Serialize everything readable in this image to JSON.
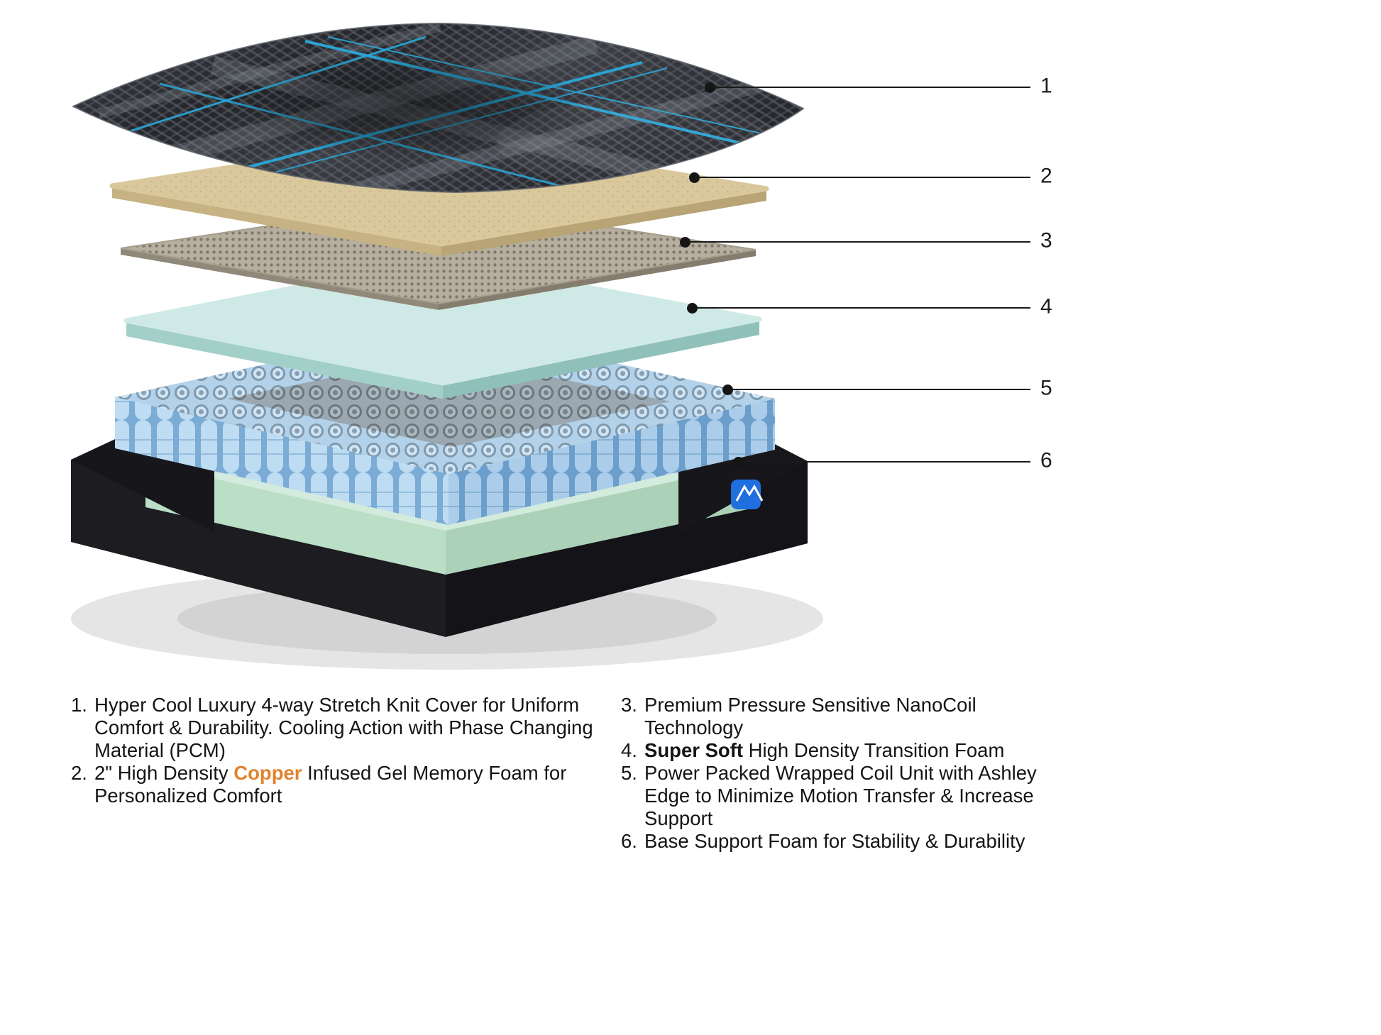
{
  "colors": {
    "accent_copper": "#e0832c",
    "callout_line": "#1a1a1a",
    "cover_blue": "#2aa9da",
    "foam_tan_top": "#dac89d",
    "foam_tan_left": "#c6b283",
    "foam_tan_right": "#b8a475",
    "foam_blue_top": "#cfeae6",
    "foam_blue_left": "#a3cfc9",
    "foam_blue_right": "#90c0ba",
    "base_black": "#1c1c21",
    "base_rim": "#eaeae8",
    "base_foam_green": "#d3ebdc",
    "logo_blue": "#1f6fe0"
  },
  "diagram": {
    "callouts": [
      {
        "num": "1"
      },
      {
        "num": "2"
      },
      {
        "num": "3"
      },
      {
        "num": "4"
      },
      {
        "num": "5"
      },
      {
        "num": "6"
      }
    ]
  },
  "legend": {
    "left": [
      {
        "num": "1.",
        "text": "Hyper Cool Luxury 4-way Stretch Knit Cover for Uniform Comfort & Durability. Cooling Action with Phase Changing Material (PCM)"
      },
      {
        "num": "2.",
        "pre": "2\" High Density ",
        "highlight": "Copper",
        "post": " Infused Gel Memory Foam for Personalized Comfort"
      }
    ],
    "right": [
      {
        "num": "3.",
        "text": "Premium Pressure Sensitive NanoCoil Technology"
      },
      {
        "num": "4.",
        "bold": "Super Soft",
        "rest": " High Density Transition Foam"
      },
      {
        "num": "5.",
        "text": "Power Packed Wrapped Coil Unit with Ashley Edge to Minimize Motion Transfer & Increase Support"
      },
      {
        "num": "6.",
        "text": "Base Support Foam for Stability & Durability"
      }
    ]
  }
}
